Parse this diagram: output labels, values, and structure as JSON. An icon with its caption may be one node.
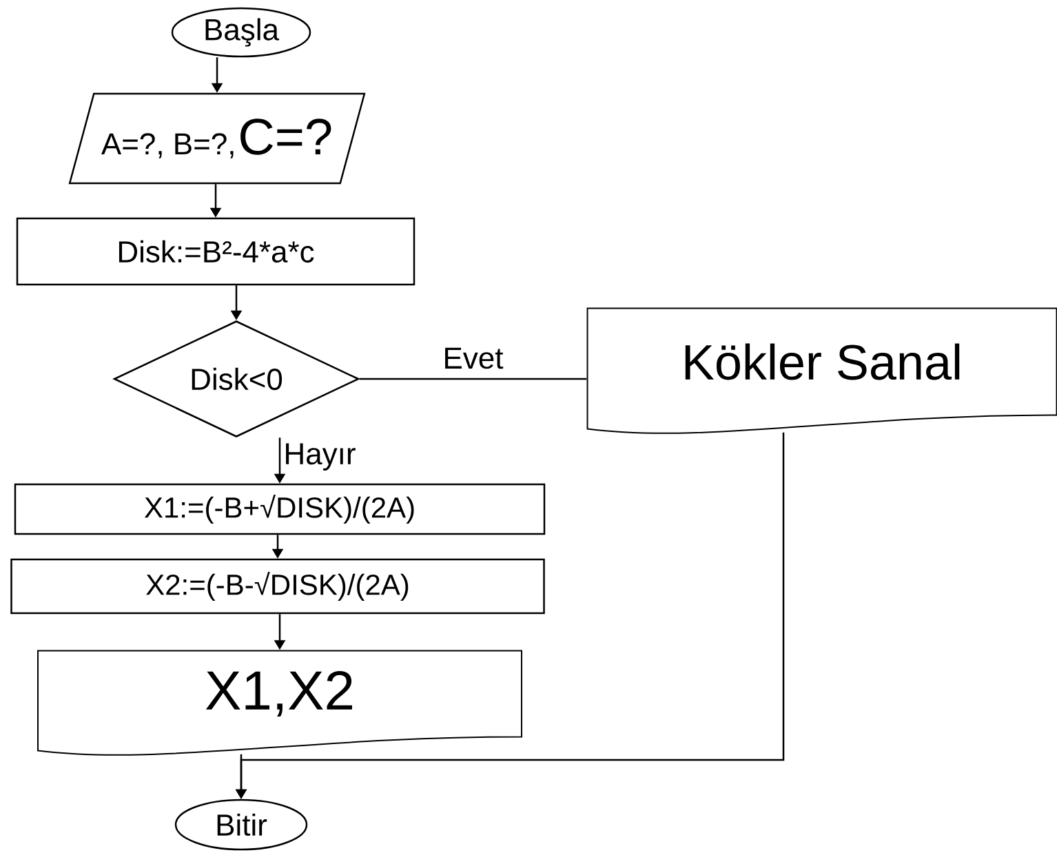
{
  "diagram": {
    "nodes": [
      {
        "text": [
          "Başla"
        ]
      },
      {
        "text": [
          "A=?, B=?,",
          "C=?"
        ]
      },
      {
        "text": [
          "Disk:=B²-4*a*c"
        ]
      },
      {
        "text": [
          "Disk<0"
        ]
      },
      {
        "text": [
          "Kökler Sanal"
        ]
      },
      {
        "text": [
          "X1:=(-B+√DISK)/(2A)"
        ]
      },
      {
        "text": [
          "X2:=(-B-√DISK)/(2A)"
        ]
      },
      {
        "text": [
          "X1,X2"
        ]
      },
      {
        "text": [
          "Bitir"
        ]
      }
    ],
    "edges": [
      {
        "from": 0,
        "to": 1,
        "arrow": "to"
      },
      {
        "from": 1,
        "to": 2,
        "arrow": "to"
      },
      {
        "from": 2,
        "to": 3,
        "arrow": "to"
      },
      {
        "from": 3,
        "to": 4,
        "arrow": "none",
        "label": "Evet"
      },
      {
        "from": 3,
        "to": 5,
        "arrow": "to",
        "label": "Hayır"
      },
      {
        "from": 5,
        "to": 6,
        "arrow": "to"
      },
      {
        "from": 6,
        "to": 7,
        "arrow": "to"
      },
      {
        "from": 7,
        "to": 8,
        "arrow": "to"
      },
      {
        "from": 4,
        "to": 8,
        "arrow": "to"
      }
    ]
  }
}
